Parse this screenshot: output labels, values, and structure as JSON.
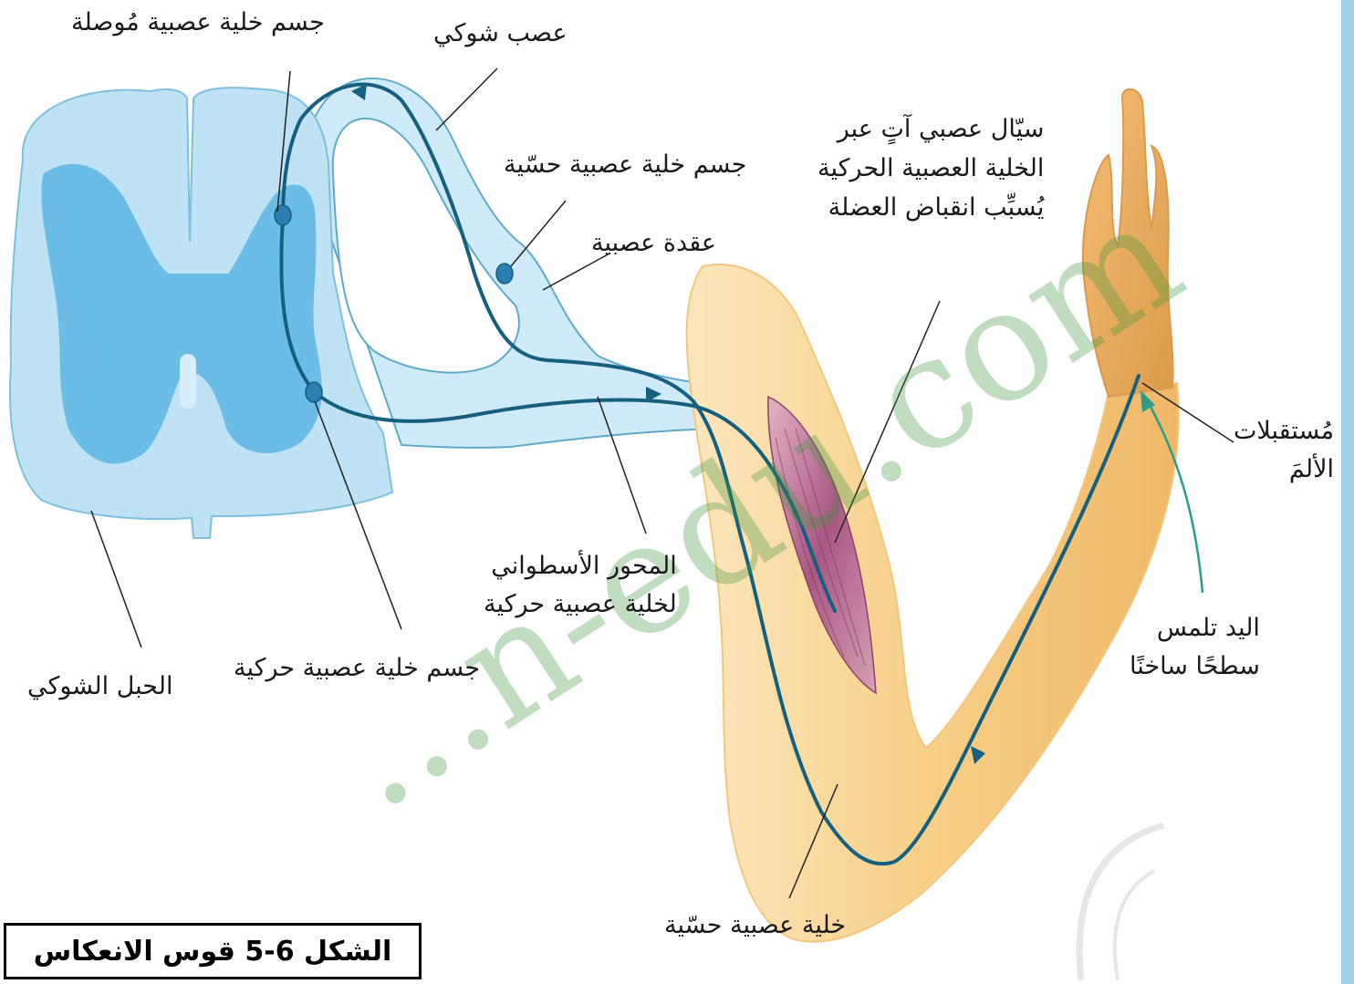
{
  "figure": {
    "caption": "الشكل 6-5 قوس الانعكاس",
    "watermark": "...n-edu.com"
  },
  "labels": {
    "interneuron_body": "جسم خلية عصبية مُوصلة",
    "spinal_nerve": "عصب شوكي",
    "sensory_neuron_body": "جسم خلية عصبية حسّية",
    "ganglion": "عقدة عصبية",
    "impulse_line1": "سيّال عصبي آتٍ عبر",
    "impulse_line2": "الخلية العصبية الحركية",
    "impulse_line3": "يُسبِّب انقباض العضلة",
    "pain_receptors_line1": "مُستقبلات",
    "pain_receptors_line2": "الألمَ",
    "hand_line1": "اليد تلمس",
    "hand_line2": "سطحًا ساخنًا",
    "axon_line1": "المحور الأسطواني",
    "axon_line2": "لخلية عصبية حركية",
    "motor_neuron_body": "جسم خلية عصبية حركية",
    "spinal_cord": "الحبل الشوكي",
    "sensory_neuron": "خلية عصبية حسّية"
  },
  "colors": {
    "white_matter": "#bfe3f5",
    "gray_matter": "#62b8e6",
    "nerve_line": "#15607e",
    "arm_skin": "#f6cf88",
    "muscle": "#b86a8e",
    "arrow_teal": "#2a9d8f"
  }
}
